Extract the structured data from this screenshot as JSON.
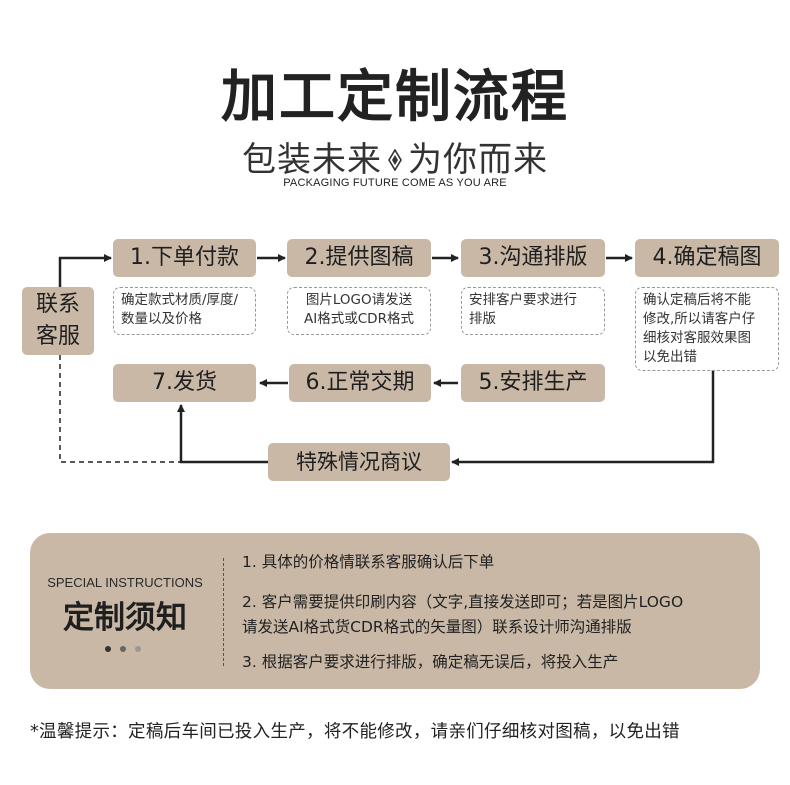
{
  "header": {
    "title": "加工定制流程",
    "subtitle_left": "包装未来",
    "subtitle_right": "为你而来",
    "tagline": "PACKAGING  FUTURE COME AS YOU ARE"
  },
  "flow": {
    "contact": "联系\n客服",
    "steps": [
      {
        "label": "1.下单付款",
        "note": "确定款式材质/厚度/\n数量以及价格"
      },
      {
        "label": "2.提供图稿",
        "note": "图片LOGO请发送\nAI格式或CDR格式"
      },
      {
        "label": "3.沟通排版",
        "note": "安排客户要求进行\n排版"
      },
      {
        "label": "4.确定稿图",
        "note": "确认定稿后将不能\n修改,所以请客户仔\n细核对客服效果图\n以免出错"
      },
      {
        "label": "5.安排生产"
      },
      {
        "label": "6.正常交期"
      },
      {
        "label": "7.发货"
      }
    ],
    "special": "特殊情况商议"
  },
  "instructions": {
    "heading_en": "SPECIAL INSTRUCTIONS",
    "heading": "定制须知",
    "items": [
      "1. 具体的价格情联系客服确认后下单",
      "2. 客户需要提供印刷内容（文字,直接发送即可；若是图片LOGO\n请发送AI格式货CDR格式的矢量图）联系设计师沟通排版",
      "3. 根据客户要求进行排版，确定稿无误后，将投入生产"
    ]
  },
  "footer": "*温馨提示：定稿后车间已投入生产，将不能修改，请亲们仔细核对图稿，以免出错",
  "colors": {
    "accent": "#c9b8a6",
    "text": "#222222",
    "arrow": "#222222"
  }
}
